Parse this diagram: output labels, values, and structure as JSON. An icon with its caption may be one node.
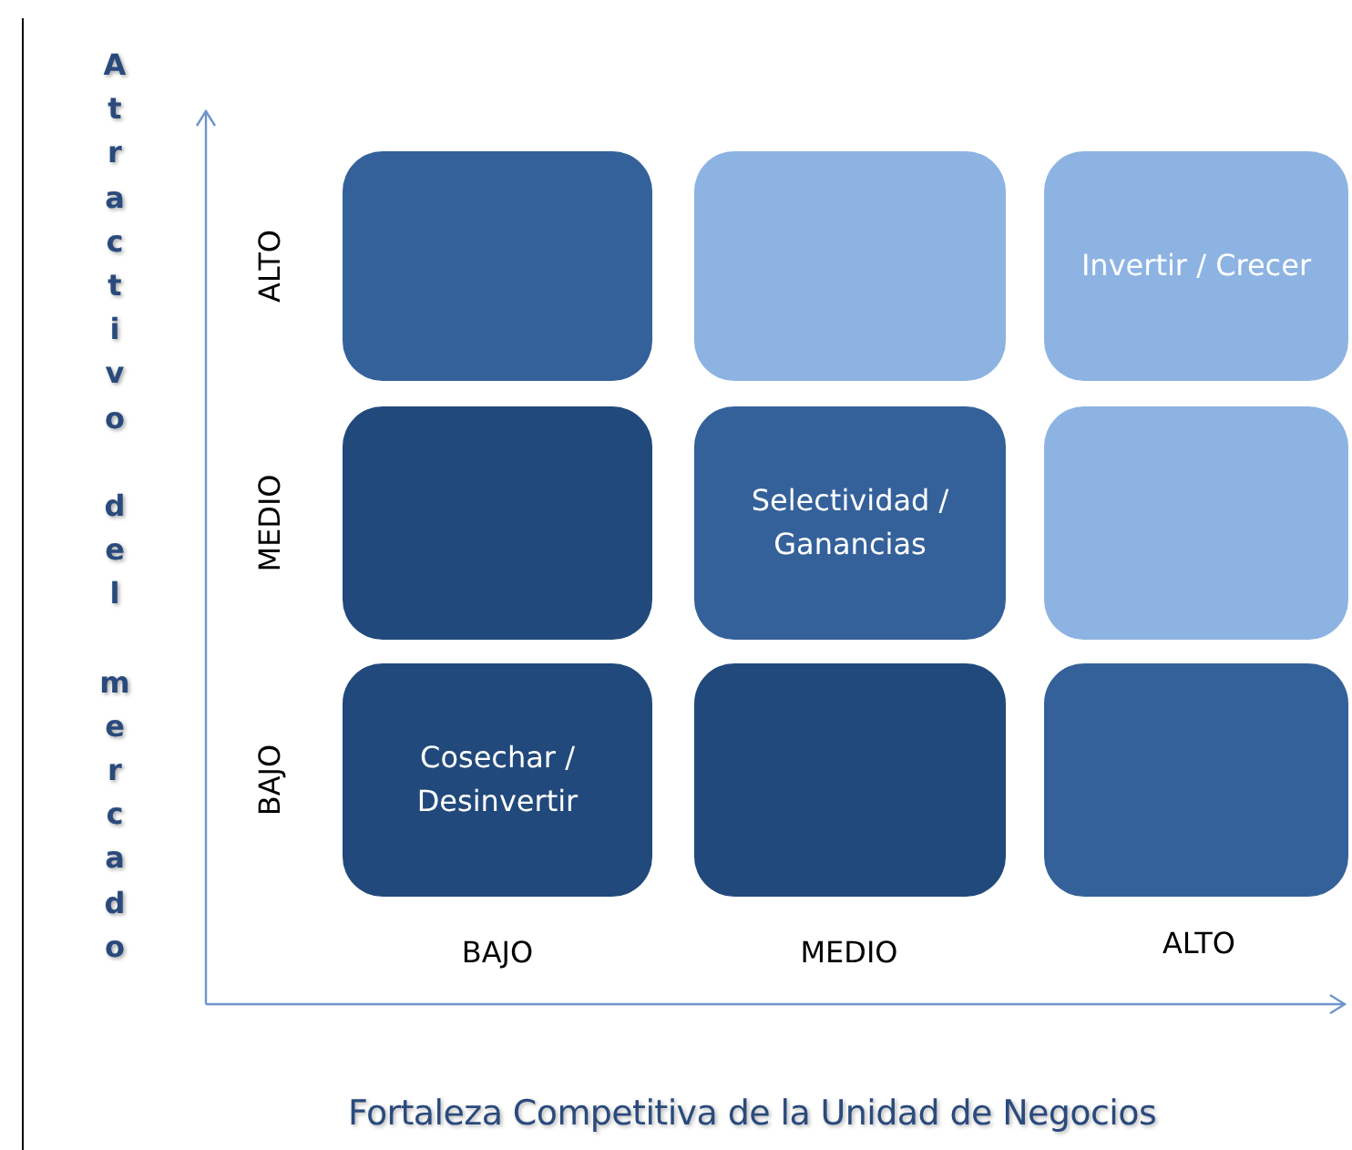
{
  "diagram": {
    "nodes": [
      {
        "text": [],
        "shape": "box"
      },
      {
        "text": [],
        "shape": "box"
      },
      {
        "text": [
          "Invertir / Crecer"
        ]
      },
      {
        "text": [],
        "shape": "box"
      },
      {
        "text": [
          "Selectividad / Ganancias"
        ]
      },
      {
        "text": [],
        "shape": "box"
      },
      {
        "text": [
          "Cosechar / Desinvertir"
        ]
      },
      {
        "text": [],
        "shape": "box"
      },
      {
        "text": [],
        "shape": "box"
      }
    ],
    "edges": [],
    "labels": [
      "Atractivo del mercado",
      "ALTO",
      "MEDIO",
      "BAJO",
      "BAJO",
      "MEDIO",
      "ALTO",
      "Fortaleza Competitiva de la Unidad de Negocios"
    ]
  }
}
